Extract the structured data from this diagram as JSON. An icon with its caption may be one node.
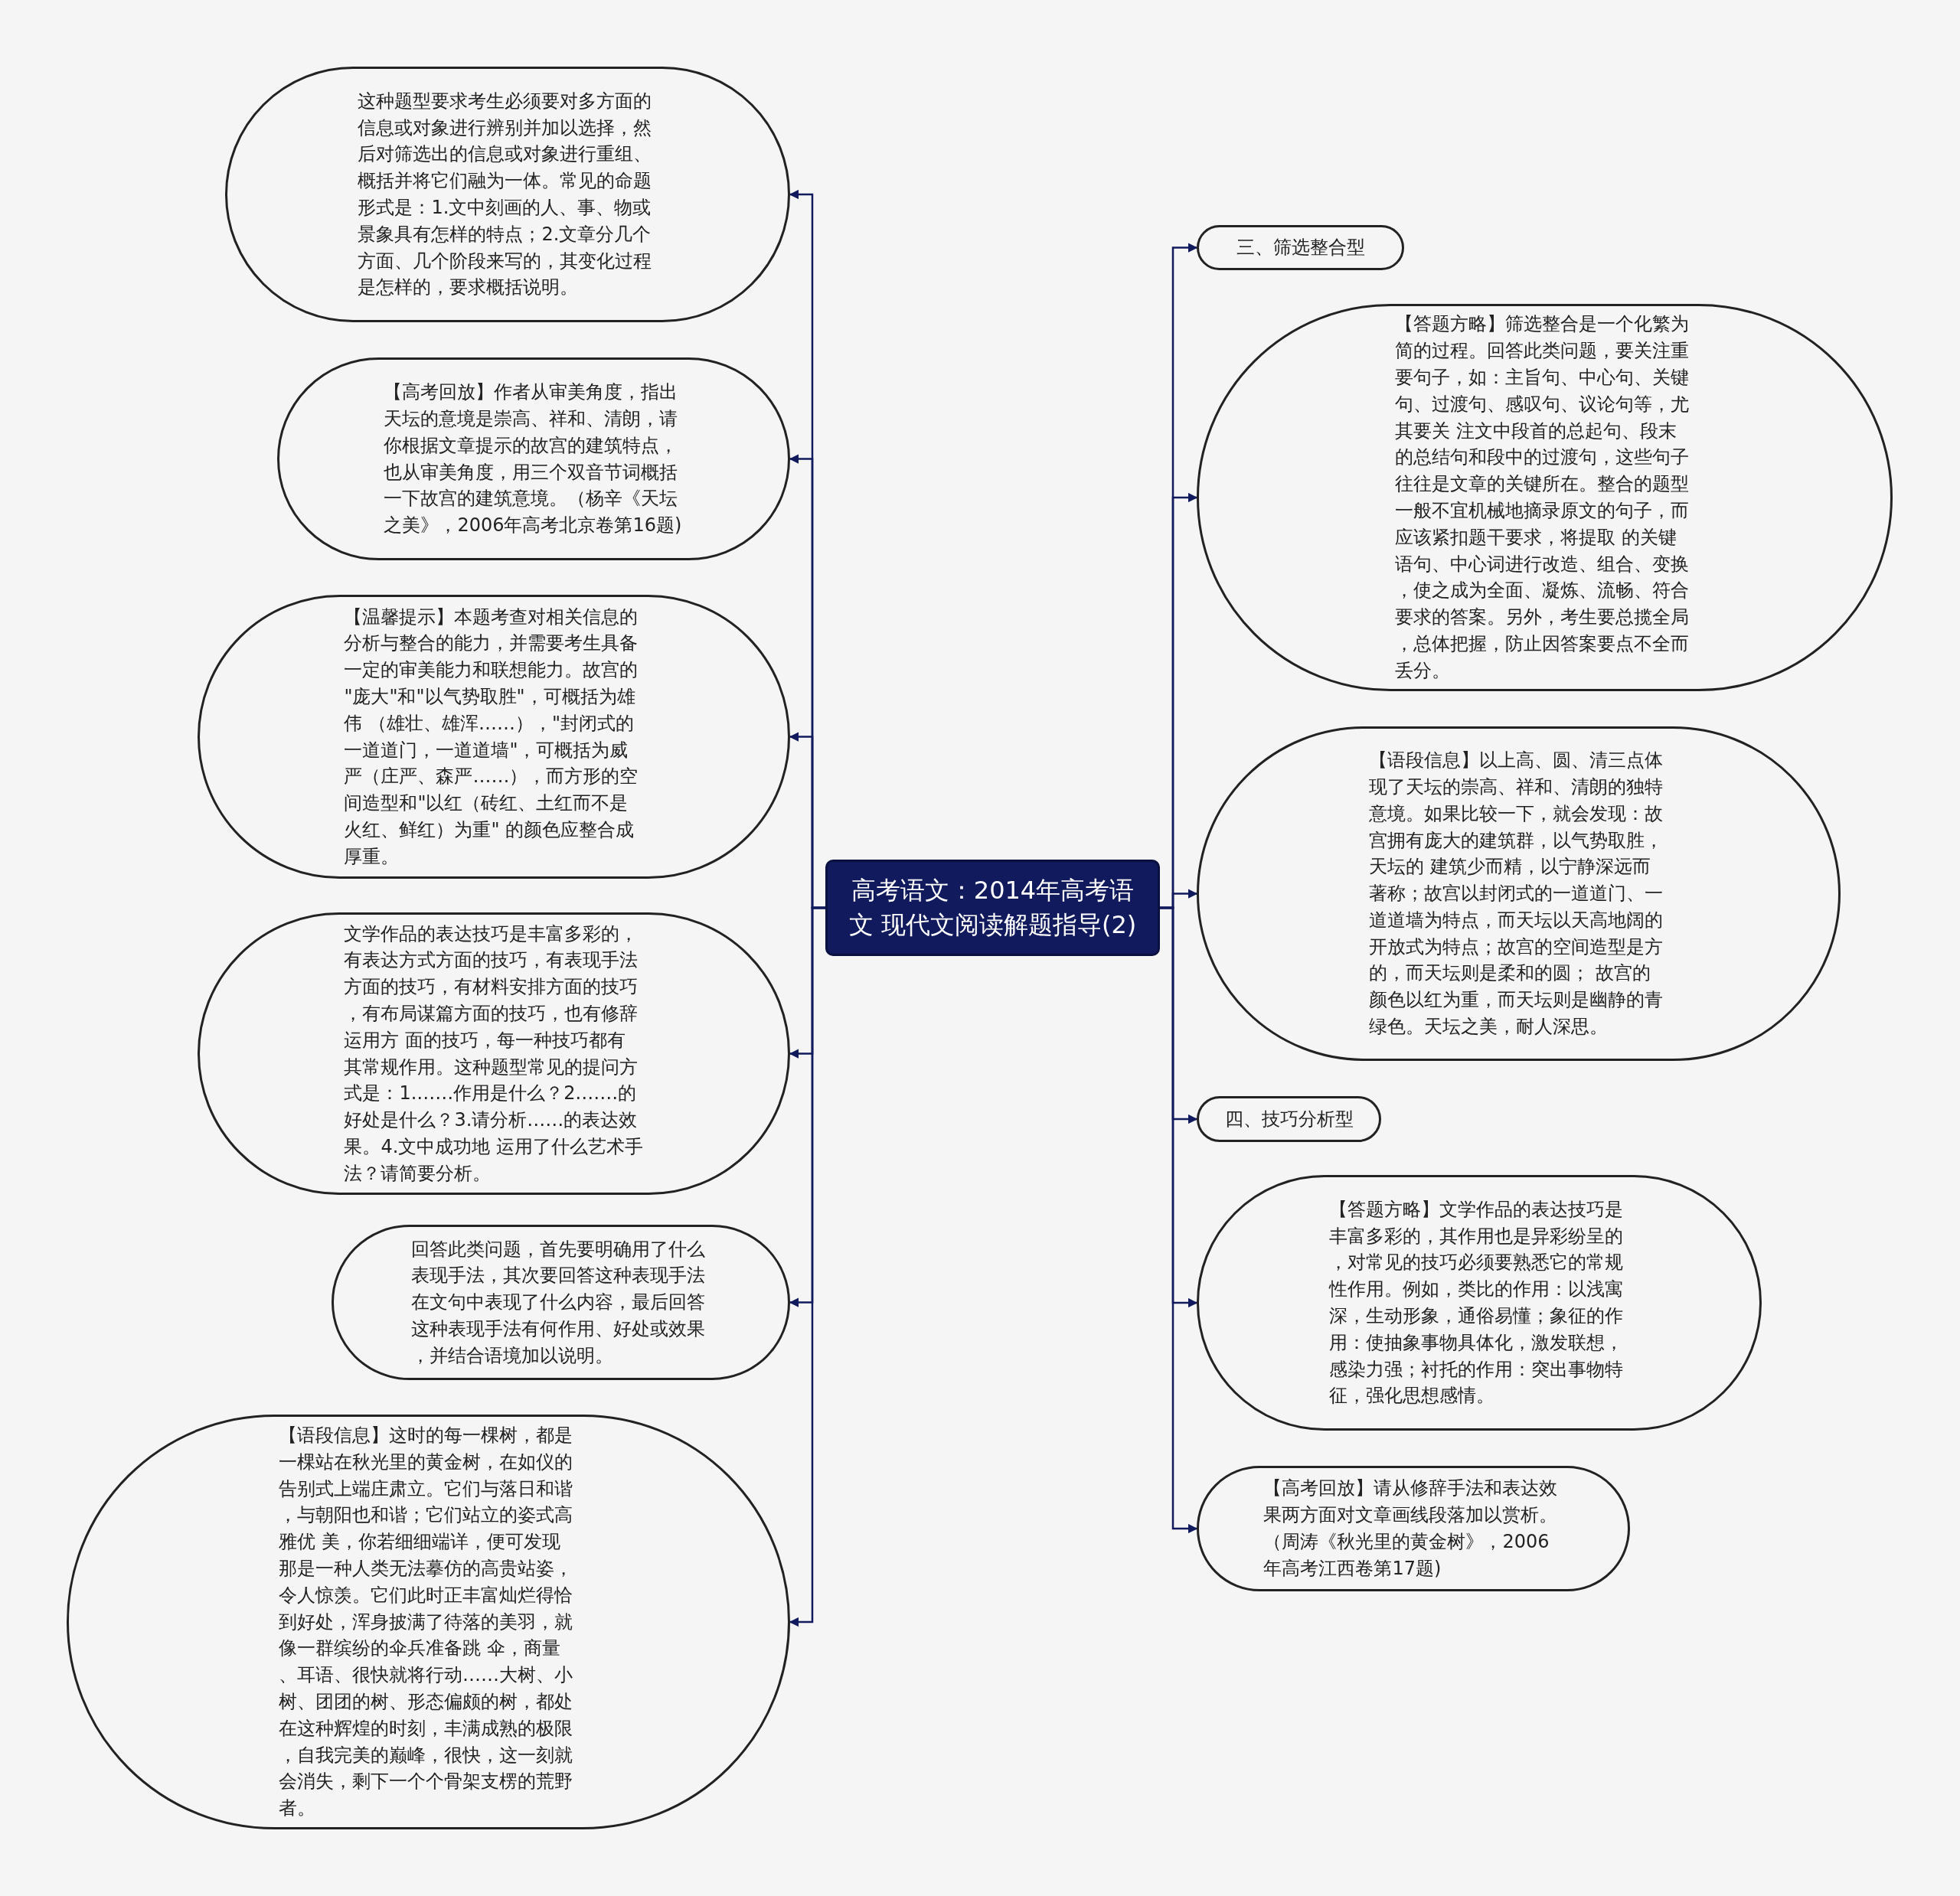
{
  "diagram": {
    "nodes": [
      {
        "text": [
          "高考语文：2014年高考语文 现代文阅读解题指导(2)"
        ]
      },
      {
        "text": [
          "这种题型要求考生必须要对多方面的信息或对象进行辨别并加以选择，然后对筛选出的信息或对象进行重组、概括并将它们融为一体。常见的命题形式是：1.文中刻画的人、事、物或景象具有怎样的特点；2.文章分几个方面、几个阶段来写的，其变化过程是怎样的，要求概括说明。"
        ]
      },
      {
        "text": [
          "【高考回放】作者从审美角度，指出天坛的意境是崇高、祥和、清朗，请你根据文章提示的故宫的建筑特点，也从审美角度，用三个双音节词概括一下故宫的建筑意境。（杨辛《天坛之美》，2006年高考北京卷第16题)"
        ]
      },
      {
        "text": [
          "【温馨提示】本题考查对相关信息的分析与整合的能力，并需要考生具备一定的审美能力和联想能力。故宫的\"庞大\"和\"以气势取胜\"，可概括为雄伟 （雄壮、雄浑……），\"封闭式的一道道门，一道道墙\"，可概括为威严（庄严、森严……），而方形的空间造型和\"以红（砖红、土红而不是火红、鲜红）为重\" 的颜色应整合成厚重。"
        ]
      },
      {
        "text": [
          "文学作品的表达技巧是丰富多彩的，有表达方式方面的技巧，有表现手法方面的技巧，有材料安排方面的技巧，有布局谋篇方面的技巧，也有修辞运用方 面的技巧，每一种技巧都有其常规作用。这种题型常见的提问方式是：1.……作用是什么？2.……的好处是什么？3.请分析……的表达效果。4.文中成功地 运用了什么艺术手法？请简要分析。"
        ]
      },
      {
        "text": [
          "回答此类问题，首先要明确用了什么表现手法，其次要回答这种表现手法在文句中表现了什么内容，最后回答这种表现手法有何作用、好处或效果，并结合语境加以说明。"
        ]
      },
      {
        "text": [
          "【语段信息】这时的每一棵树，都是一棵站在秋光里的黄金树，在如仪的告别式上端庄肃立。它们与落日和谐，与朝阳也和谐；它们站立的姿式高雅优 美，你若细细端详，便可发现那是一种人类无法摹仿的高贵站姿，令人惊羡。它们此时正丰富灿烂得恰到好处，浑身披满了待落的美羽，就像一群缤纷的伞兵准备跳 伞，商量、耳语、很快就将行动……大树、小树、团团的树、形态偏颇的树，都处在这种辉煌的时刻，丰满成熟的极限，自我完美的巅峰，很快，这一刻就会消失，剩下一个个骨架支楞的荒野者。"
        ]
      },
      {
        "text": [
          "三、筛选整合型"
        ]
      },
      {
        "text": [
          "【答题方略】筛选整合是一个化繁为简的过程。回答此类问题，要关注重要句子，如：主旨句、中心句、关键句、过渡句、感叹句、议论句等，尤其要关 注文中段首的总起句、段末的总结句和段中的过渡句，这些句子往往是文章的关键所在。整合的题型一般不宜机械地摘录原文的句子，而应该紧扣题干要求，将提取 的关键语句、中心词进行改造、组合、变换，使之成为全面、凝炼、流畅、符合要求的答案。另外，考生要总揽全局，总体把握，防止因答案要点不全而丢分。"
        ]
      },
      {
        "text": [
          "【语段信息】以上高、圆、清三点体现了天坛的崇高、祥和、清朗的独特意境。如果比较一下，就会发现：故宫拥有庞大的建筑群，以气势取胜，天坛的 建筑少而精，以宁静深远而著称；故宫以封闭式的一道道门、一道道墙为特点，而天坛以天高地阔的开放式为特点；故宫的空间造型是方的，而天坛则是柔和的圆； 故宫的颜色以红为重，而天坛则是幽静的青绿色。天坛之美，耐人深思。"
        ]
      },
      {
        "text": [
          "四、技巧分析型"
        ]
      },
      {
        "text": [
          "【答题方略】文学作品的表达技巧是丰富多彩的，其作用也是异彩纷呈的，对常见的技巧必须要熟悉它的常规性作用。例如，类比的作用：以浅寓深，生动形象，通俗易懂；象征的作用：使抽象事物具体化，激发联想，感染力强；衬托的作用：突出事物特征，强化思想感情。"
        ]
      },
      {
        "text": [
          "【高考回放】请从修辞手法和表达效果两方面对文章画线段落加以赏析。（周涛《秋光里的黄金树》，2006年高考江西卷第17题)"
        ]
      }
    ],
    "edges": [
      {
        "from": 0,
        "to": 1,
        "arrow": "to"
      },
      {
        "from": 0,
        "to": 2,
        "arrow": "to"
      },
      {
        "from": 0,
        "to": 3,
        "arrow": "to"
      },
      {
        "from": 0,
        "to": 4,
        "arrow": "to"
      },
      {
        "from": 0,
        "to": 5,
        "arrow": "to"
      },
      {
        "from": 0,
        "to": 6,
        "arrow": "to"
      },
      {
        "from": 0,
        "to": 7,
        "arrow": "to"
      },
      {
        "from": 0,
        "to": 8,
        "arrow": "to"
      },
      {
        "from": 0,
        "to": 9,
        "arrow": "to"
      },
      {
        "from": 0,
        "to": 10,
        "arrow": "to"
      },
      {
        "from": 0,
        "to": 11,
        "arrow": "to"
      },
      {
        "from": 0,
        "to": 12,
        "arrow": "to"
      }
    ]
  }
}
